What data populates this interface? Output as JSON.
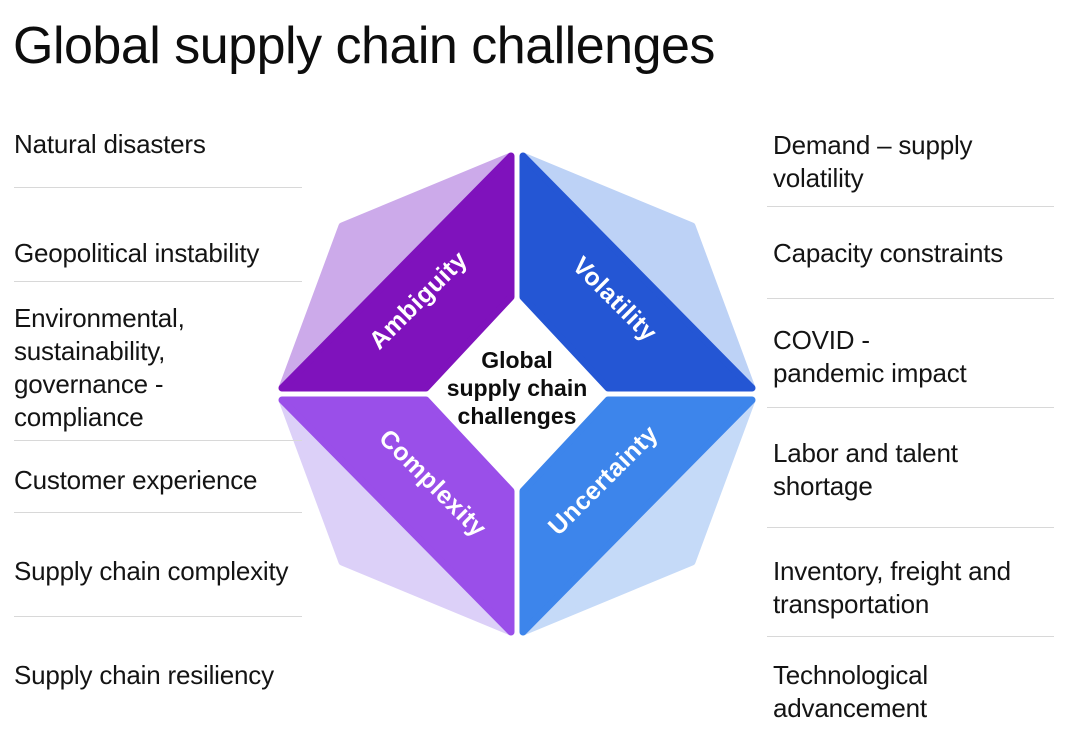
{
  "title": "Global supply chain challenges",
  "left_column": {
    "items": [
      "Natural disasters",
      "Geopolitical instability",
      "Environmental,\nsustainability,\ngovernance -\ncompliance",
      "Customer experience",
      "Supply chain complexity",
      "Supply chain resiliency"
    ]
  },
  "right_column": {
    "items": [
      "Demand – supply\nvolatility",
      "Capacity constraints",
      "COVID -\npandemic impact",
      "Labor and talent\nshortage",
      "Inventory, freight and\ntransportation",
      "Technological\nadvancement"
    ]
  },
  "diagram": {
    "center_label_lines": [
      "Global",
      "supply chain",
      "challenges"
    ],
    "segments": [
      {
        "name": "ambiguity",
        "label": "Ambiguity",
        "color": "#7F12BC",
        "light_color": "#CCAAEA"
      },
      {
        "name": "volatility",
        "label": "Volatility",
        "color": "#2456D4",
        "light_color": "#BDD2F6"
      },
      {
        "name": "complexity",
        "label": "Complexity",
        "color": "#9A4FE9",
        "light_color": "#DCD0F8"
      },
      {
        "name": "uncertainty",
        "label": "Uncertainty",
        "color": "#3D85EB",
        "light_color": "#C5DAF8"
      }
    ]
  },
  "colors": {
    "background": "#FFFFFF",
    "text": "#141414",
    "title_text": "#0D0D0D",
    "divider": "#D8D8D8",
    "segment_label_text": "#FFFFFF"
  }
}
